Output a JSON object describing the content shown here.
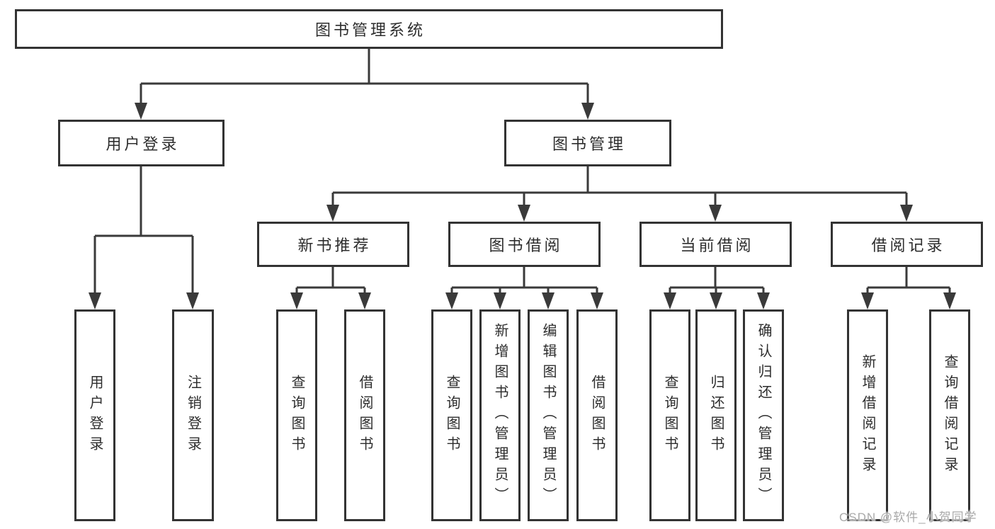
{
  "diagram": {
    "root": {
      "label": "图书管理系统"
    },
    "level2": [
      {
        "id": "user-login",
        "label": "用户登录"
      },
      {
        "id": "book-management",
        "label": "图书管理"
      }
    ],
    "level3": [
      {
        "id": "new-book-recommend",
        "label": "新书推荐"
      },
      {
        "id": "book-borrow",
        "label": "图书借阅"
      },
      {
        "id": "current-borrow",
        "label": "当前借阅"
      },
      {
        "id": "borrow-record",
        "label": "借阅记录"
      }
    ],
    "leaves": [
      {
        "id": "user-login-leaf",
        "label": "用户登录",
        "parent": "user-login"
      },
      {
        "id": "logout-leaf",
        "label": "注销登录",
        "parent": "user-login"
      },
      {
        "id": "query-books-recommend",
        "label": "查询图书",
        "parent": "new-book-recommend"
      },
      {
        "id": "borrow-books-recommend",
        "label": "借阅图书",
        "parent": "new-book-recommend"
      },
      {
        "id": "query-books-borrow",
        "label": "查询图书",
        "parent": "book-borrow"
      },
      {
        "id": "add-books-admin",
        "label": "新增图书（管理员）",
        "parent": "book-borrow"
      },
      {
        "id": "edit-books-admin",
        "label": "编辑图书（管理员）",
        "parent": "book-borrow"
      },
      {
        "id": "borrow-books-borrow",
        "label": "借阅图书",
        "parent": "book-borrow"
      },
      {
        "id": "query-books-current",
        "label": "查询图书",
        "parent": "current-borrow"
      },
      {
        "id": "return-books",
        "label": "归还图书",
        "parent": "current-borrow"
      },
      {
        "id": "confirm-return-admin",
        "label": "确认归还（管理员）",
        "parent": "current-borrow"
      },
      {
        "id": "add-borrow-record",
        "label": "新增借阅记录",
        "parent": "borrow-record"
      },
      {
        "id": "query-borrow-record",
        "label": "查询借阅记录",
        "parent": "borrow-record"
      }
    ]
  },
  "watermark": "CSDN @软件_小贺同学",
  "colors": {
    "line": "#3a3a3a",
    "box_border": "#333333",
    "text": "#2d2d2d",
    "watermark": "#a9a9a9",
    "background": "#ffffff"
  }
}
